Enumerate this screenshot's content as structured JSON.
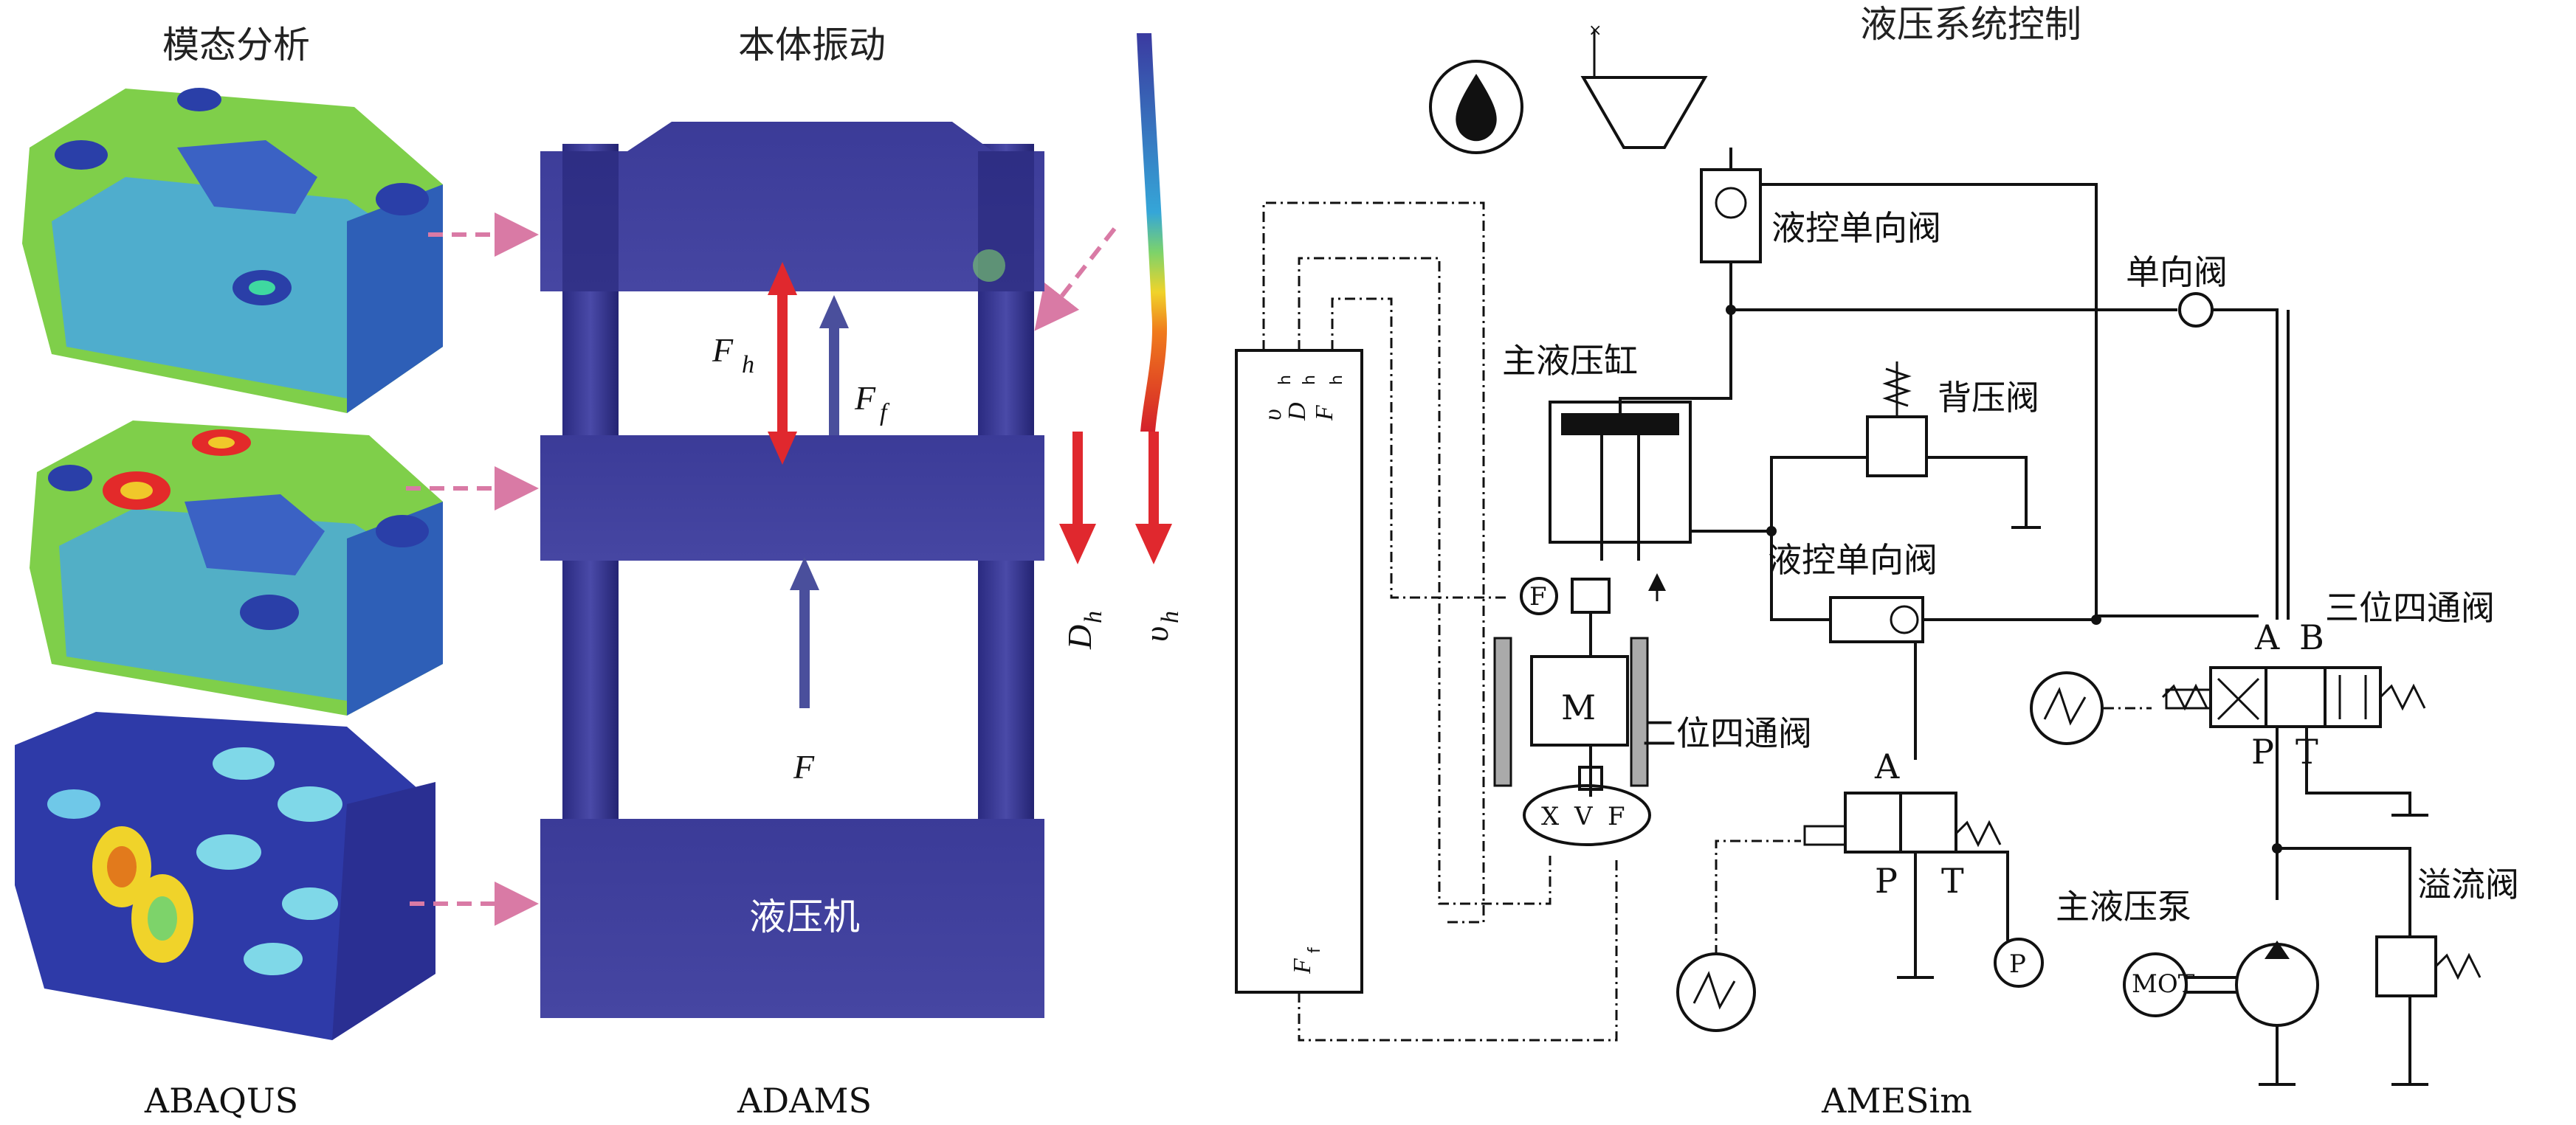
{
  "titles": {
    "modal_analysis": "模态分析",
    "body_vibration": "本体振动",
    "hydraulic_control": "液压系统控制"
  },
  "software": {
    "abaqus": "ABAQUS",
    "adams": "ADAMS",
    "amesim": "AMESim"
  },
  "press": {
    "name": "液压机",
    "force_Fh": "F",
    "force_Fh_sub": "h",
    "force_Ff": "F",
    "force_Ff_sub": "f",
    "force_F": "F",
    "disp_D": "D",
    "disp_D_sub": "h",
    "vel_v": "υ",
    "vel_v_sub": "h"
  },
  "hydraulic": {
    "pilot_check_valve_top": "液控单向阀",
    "check_valve": "单向阀",
    "main_cylinder": "主液压缸",
    "back_pressure_valve": "背压阀",
    "pilot_check_valve_mid": "液控单向阀",
    "three_pos_four_way": "三位四通阀",
    "two_pos_four_way": "二位四通阀",
    "main_pump": "主液压泵",
    "relief_valve": "溢流阀",
    "port_A_left": "A",
    "port_P_left": "P",
    "port_T_left": "T",
    "port_A_right": "A",
    "port_B_right": "B",
    "port_P_right": "P",
    "port_T_right": "T",
    "motor": "MOT",
    "pressure_gauge": "P",
    "force_sensor": "F",
    "mass_symbol": "M",
    "interface_ports": [
      "υ",
      "D",
      "F"
    ],
    "interface_subs": [
      "h",
      "h",
      "h"
    ],
    "interface_bottom": "F",
    "interface_bottom_sub": "f",
    "xvf": [
      "X",
      "V",
      "F"
    ]
  },
  "colors": {
    "press_blue": "#3f3f9c",
    "arrow_red": "#e0282e",
    "arrow_blue": "#4a4f9c",
    "dashed_pink": "#d97aa5"
  }
}
